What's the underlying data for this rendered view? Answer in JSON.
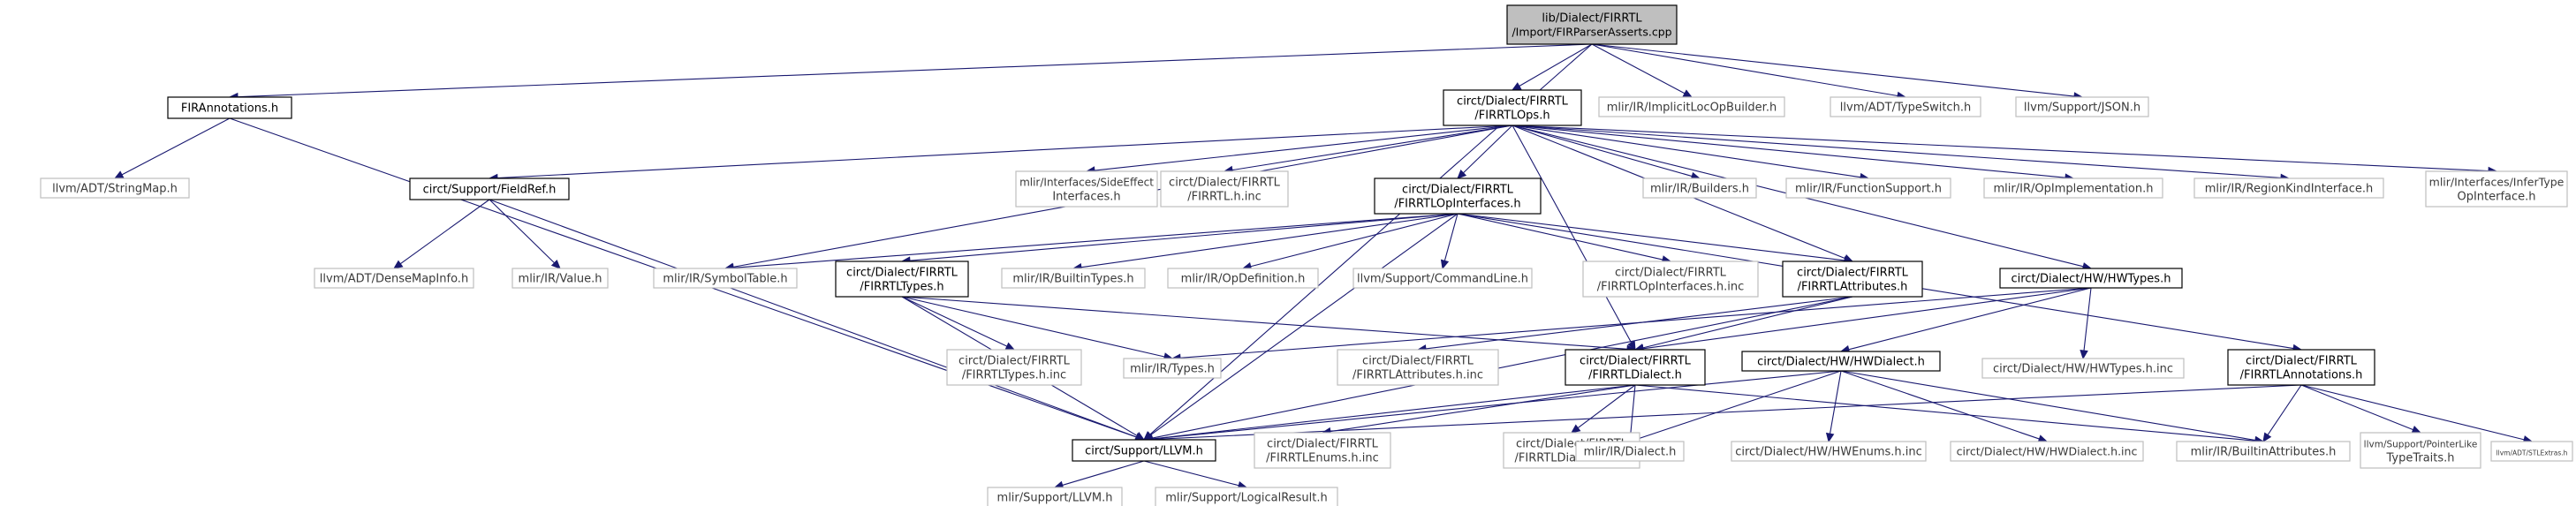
{
  "nodes": [
    {
      "id": "main",
      "lines": [
        "lib/Dialect/FIRRTL",
        "/Import/FIRParserAsserts.cpp"
      ],
      "kind": "main"
    },
    {
      "id": "firannotations",
      "lines": [
        "FIRAnnotations.h"
      ],
      "kind": "local"
    },
    {
      "id": "firrtlops",
      "lines": [
        "circt/Dialect/FIRRTL",
        "/FIRRTLOps.h"
      ],
      "kind": "local"
    },
    {
      "id": "implicitloc",
      "lines": [
        "mlir/IR/ImplicitLocOpBuilder.h"
      ],
      "kind": "external"
    },
    {
      "id": "typeswitch",
      "lines": [
        "llvm/ADT/TypeSwitch.h"
      ],
      "kind": "external"
    },
    {
      "id": "json",
      "lines": [
        "llvm/Support/JSON.h"
      ],
      "kind": "external"
    },
    {
      "id": "stringmap",
      "lines": [
        "llvm/ADT/StringMap.h"
      ],
      "kind": "external"
    },
    {
      "id": "fieldref",
      "lines": [
        "circt/Support/FieldRef.h"
      ],
      "kind": "local"
    },
    {
      "id": "sideeffect",
      "lines": [
        "mlir/Interfaces/SideEffect",
        "Interfaces.h"
      ],
      "kind": "external"
    },
    {
      "id": "firrtlhinc",
      "lines": [
        "circt/Dialect/FIRRTL",
        "/FIRRTL.h.inc"
      ],
      "kind": "external"
    },
    {
      "id": "opinterfaces",
      "lines": [
        "circt/Dialect/FIRRTL",
        "/FIRRTLOpInterfaces.h"
      ],
      "kind": "local"
    },
    {
      "id": "builders",
      "lines": [
        "mlir/IR/Builders.h"
      ],
      "kind": "external"
    },
    {
      "id": "functionsupport",
      "lines": [
        "mlir/IR/FunctionSupport.h"
      ],
      "kind": "external"
    },
    {
      "id": "opimpl",
      "lines": [
        "mlir/IR/OpImplementation.h"
      ],
      "kind": "external"
    },
    {
      "id": "regionkind",
      "lines": [
        "mlir/IR/RegionKindInterface.h"
      ],
      "kind": "external"
    },
    {
      "id": "infertype",
      "lines": [
        "mlir/Interfaces/InferType",
        "OpInterface.h"
      ],
      "kind": "external"
    },
    {
      "id": "densemapinfo",
      "lines": [
        "llvm/ADT/DenseMapInfo.h"
      ],
      "kind": "external"
    },
    {
      "id": "value",
      "lines": [
        "mlir/IR/Value.h"
      ],
      "kind": "external"
    },
    {
      "id": "symboltable",
      "lines": [
        "mlir/IR/SymbolTable.h"
      ],
      "kind": "external"
    },
    {
      "id": "firrtltypes",
      "lines": [
        "circt/Dialect/FIRRTL",
        "/FIRRTLTypes.h"
      ],
      "kind": "local"
    },
    {
      "id": "builtintypes",
      "lines": [
        "mlir/IR/BuiltinTypes.h"
      ],
      "kind": "external"
    },
    {
      "id": "opdefinition",
      "lines": [
        "mlir/IR/OpDefinition.h"
      ],
      "kind": "external"
    },
    {
      "id": "commandline",
      "lines": [
        "llvm/Support/CommandLine.h"
      ],
      "kind": "external"
    },
    {
      "id": "opinterfacesinc",
      "lines": [
        "circt/Dialect/FIRRTL",
        "/FIRRTLOpInterfaces.h.inc"
      ],
      "kind": "external"
    },
    {
      "id": "firrtlattrs",
      "lines": [
        "circt/Dialect/FIRRTL",
        "/FIRRTLAttributes.h"
      ],
      "kind": "local"
    },
    {
      "id": "hwtypes",
      "lines": [
        "circt/Dialect/HW/HWTypes.h"
      ],
      "kind": "local"
    },
    {
      "id": "firrtltypesinc",
      "lines": [
        "circt/Dialect/FIRRTL",
        "/FIRRTLTypes.h.inc"
      ],
      "kind": "external"
    },
    {
      "id": "irtypes",
      "lines": [
        "mlir/IR/Types.h"
      ],
      "kind": "external"
    },
    {
      "id": "firrtlattrsinc",
      "lines": [
        "circt/Dialect/FIRRTL",
        "/FIRRTLAttributes.h.inc"
      ],
      "kind": "external"
    },
    {
      "id": "firrtldialect",
      "lines": [
        "circt/Dialect/FIRRTL",
        "/FIRRTLDialect.h"
      ],
      "kind": "local"
    },
    {
      "id": "hwdialect",
      "lines": [
        "circt/Dialect/HW/HWDialect.h"
      ],
      "kind": "local"
    },
    {
      "id": "hwtypesinc",
      "lines": [
        "circt/Dialect/HW/HWTypes.h.inc"
      ],
      "kind": "external"
    },
    {
      "id": "firrtlannotations",
      "lines": [
        "circt/Dialect/FIRRTL",
        "/FIRRTLAnnotations.h"
      ],
      "kind": "local"
    },
    {
      "id": "llvmh",
      "lines": [
        "circt/Support/LLVM.h"
      ],
      "kind": "local"
    },
    {
      "id": "enumsinc",
      "lines": [
        "circt/Dialect/FIRRTL",
        "/FIRRTLEnums.h.inc"
      ],
      "kind": "external"
    },
    {
      "id": "dialectinc",
      "lines": [
        "circt/Dialect/FIRRTL",
        "/FIRRTLDialect.h.inc"
      ],
      "kind": "external"
    },
    {
      "id": "irdialect",
      "lines": [
        "mlir/IR/Dialect.h"
      ],
      "kind": "external"
    },
    {
      "id": "hwenumsinc",
      "lines": [
        "circt/Dialect/HW/HWEnums.h.inc"
      ],
      "kind": "external"
    },
    {
      "id": "hwdialectinc",
      "lines": [
        "circt/Dialect/HW/HWDialect.h.inc"
      ],
      "kind": "external"
    },
    {
      "id": "builtinattrs",
      "lines": [
        "mlir/IR/BuiltinAttributes.h"
      ],
      "kind": "external"
    },
    {
      "id": "pointerlike",
      "lines": [
        "llvm/Support/PointerLike",
        "TypeTraits.h"
      ],
      "kind": "external"
    },
    {
      "id": "stlextras",
      "lines": [
        "llvm/ADT/STLExtras.h"
      ],
      "kind": "external"
    },
    {
      "id": "mlirllvm",
      "lines": [
        "mlir/Support/LLVM.h"
      ],
      "kind": "external"
    },
    {
      "id": "logicalresult",
      "lines": [
        "mlir/Support/LogicalResult.h"
      ],
      "kind": "external"
    }
  ],
  "edges": [
    [
      "main",
      "firannotations"
    ],
    [
      "main",
      "firrtlops"
    ],
    [
      "main",
      "implicitloc"
    ],
    [
      "main",
      "typeswitch"
    ],
    [
      "main",
      "json"
    ],
    [
      "main",
      "llvmh"
    ],
    [
      "firannotations",
      "stringmap"
    ],
    [
      "firannotations",
      "llvmh"
    ],
    [
      "firrtlops",
      "fieldref"
    ],
    [
      "firrtlops",
      "sideeffect"
    ],
    [
      "firrtlops",
      "firrtlhinc"
    ],
    [
      "firrtlops",
      "opinterfaces"
    ],
    [
      "firrtlops",
      "builders"
    ],
    [
      "firrtlops",
      "functionsupport"
    ],
    [
      "firrtlops",
      "opimpl"
    ],
    [
      "firrtlops",
      "regionkind"
    ],
    [
      "firrtlops",
      "infertype"
    ],
    [
      "firrtlops",
      "symboltable"
    ],
    [
      "firrtlops",
      "firrtlattrs"
    ],
    [
      "firrtlops",
      "hwtypes"
    ],
    [
      "firrtlops",
      "firrtldialect"
    ],
    [
      "fieldref",
      "densemapinfo"
    ],
    [
      "fieldref",
      "value"
    ],
    [
      "fieldref",
      "llvmh"
    ],
    [
      "opinterfaces",
      "symboltable"
    ],
    [
      "opinterfaces",
      "firrtltypes"
    ],
    [
      "opinterfaces",
      "builtintypes"
    ],
    [
      "opinterfaces",
      "opdefinition"
    ],
    [
      "opinterfaces",
      "commandline"
    ],
    [
      "opinterfaces",
      "opinterfacesinc"
    ],
    [
      "opinterfaces",
      "firrtlattrs"
    ],
    [
      "opinterfaces",
      "firrtlannotations"
    ],
    [
      "opinterfaces",
      "llvmh"
    ],
    [
      "firrtltypes",
      "firrtltypesinc"
    ],
    [
      "firrtltypes",
      "irtypes"
    ],
    [
      "firrtltypes",
      "firrtldialect"
    ],
    [
      "firrtltypes",
      "llvmh"
    ],
    [
      "firrtlattrs",
      "firrtlattrsinc"
    ],
    [
      "firrtlattrs",
      "firrtldialect"
    ],
    [
      "firrtlattrs",
      "llvmh"
    ],
    [
      "hwtypes",
      "irtypes"
    ],
    [
      "hwtypes",
      "firrtldialect"
    ],
    [
      "hwtypes",
      "hwdialect"
    ],
    [
      "hwtypes",
      "hwtypesinc"
    ],
    [
      "firrtldialect",
      "llvmh"
    ],
    [
      "firrtldialect",
      "enumsinc"
    ],
    [
      "firrtldialect",
      "dialectinc"
    ],
    [
      "firrtldialect",
      "irdialect"
    ],
    [
      "firrtldialect",
      "builtinattrs"
    ],
    [
      "hwdialect",
      "llvmh"
    ],
    [
      "hwdialect",
      "irdialect"
    ],
    [
      "hwdialect",
      "hwenumsinc"
    ],
    [
      "hwdialect",
      "hwdialectinc"
    ],
    [
      "hwdialect",
      "builtinattrs"
    ],
    [
      "firrtlannotations",
      "llvmh"
    ],
    [
      "firrtlannotations",
      "builtinattrs"
    ],
    [
      "firrtlannotations",
      "pointerlike"
    ],
    [
      "firrtlannotations",
      "stlextras"
    ],
    [
      "llvmh",
      "mlirllvm"
    ],
    [
      "llvmh",
      "logicalresult"
    ]
  ],
  "colors": {
    "edge": "#191970",
    "main_fill": "#bfbfbf",
    "local_border": "#000000",
    "external_border": "#bfbfbf"
  }
}
